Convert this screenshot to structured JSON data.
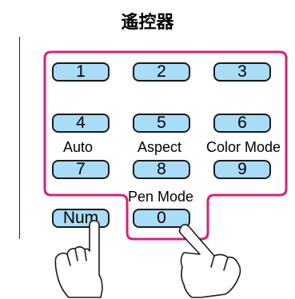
{
  "title": "遙控器",
  "keys": {
    "k1": "1",
    "k2": "2",
    "k3": "3",
    "k4": "4",
    "k5": "5",
    "k6": "6",
    "k7": "7",
    "k8": "8",
    "k9": "9",
    "num": "Num",
    "k0": "0"
  },
  "labels": {
    "auto": "Auto",
    "aspect": "Aspect",
    "color_mode": "Color Mode",
    "pen_mode": "Pen Mode"
  },
  "colors": {
    "key_fill": "#a9dcf6",
    "highlight_outline": "#d6207e"
  },
  "icons": [
    "pointing-hand-icon"
  ]
}
